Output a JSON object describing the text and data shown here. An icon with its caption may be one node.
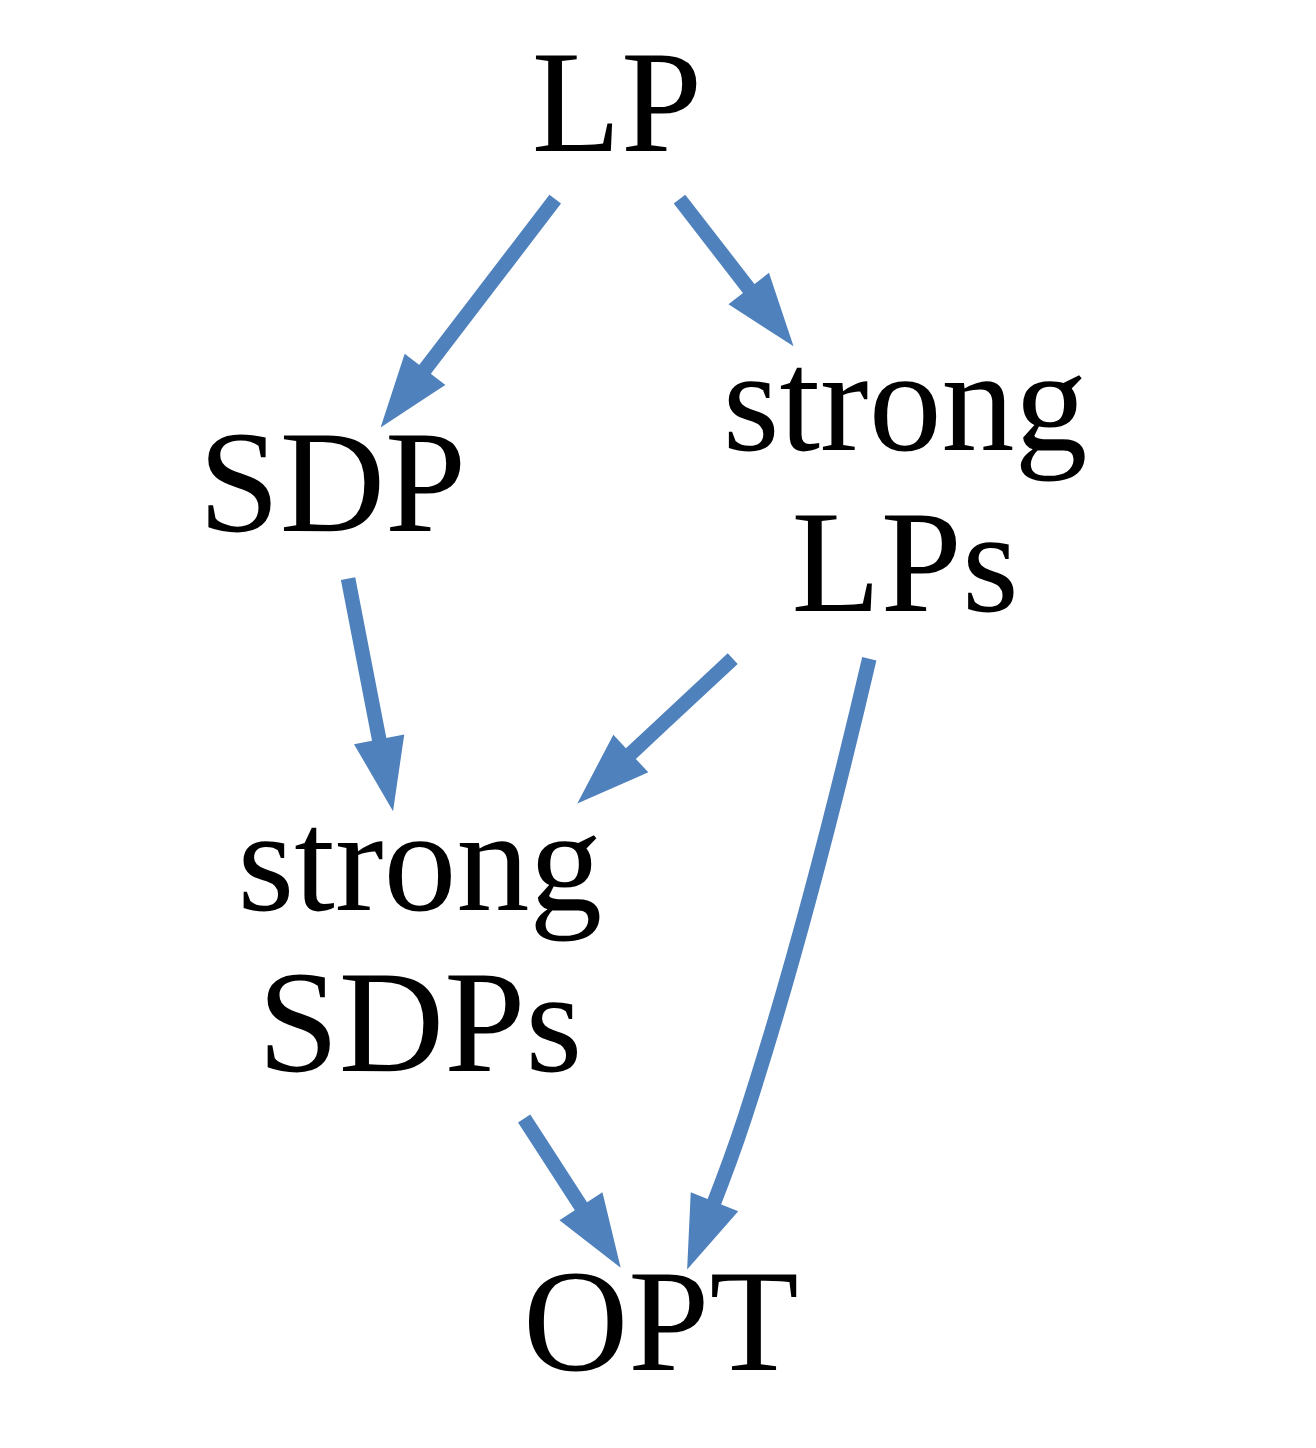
{
  "diagram": {
    "nodes": [
      {
        "text": [
          "LP"
        ]
      },
      {
        "text": [
          "SDP"
        ]
      },
      {
        "text": [
          "strong LPs"
        ]
      },
      {
        "text": [
          "strong SDPs"
        ]
      },
      {
        "text": [
          "OPT"
        ]
      }
    ],
    "edges": [
      {
        "from": 0,
        "to": 2,
        "arrow": "to"
      },
      {
        "from": 0,
        "to": 1,
        "arrow": "to"
      },
      {
        "from": 1,
        "to": 3,
        "arrow": "to"
      },
      {
        "from": 2,
        "to": 3,
        "arrow": "to"
      },
      {
        "from": 2,
        "to": 4,
        "arrow": "to"
      },
      {
        "from": 3,
        "to": 4,
        "arrow": "to"
      }
    ]
  }
}
